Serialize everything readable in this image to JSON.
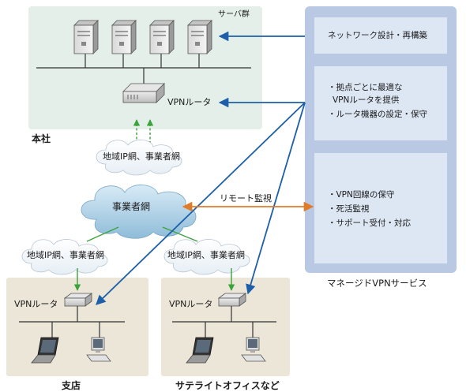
{
  "hq": {
    "caption": "本社",
    "server_group_label": "サーバ群",
    "vpn_router_label": "VPNルータ"
  },
  "networks": {
    "upper_cloud": "地域IP網、事業者網",
    "core_cloud": "事業者網",
    "left_cloud": "地域IP網、事業者網",
    "right_cloud": "地域IP網、事業者網"
  },
  "branch": {
    "caption": "支店",
    "vpn_router_label": "VPNルータ"
  },
  "satellite": {
    "caption": "サテライトオフィスなど",
    "vpn_router_label": "VPNルータ"
  },
  "remote_monitoring_label": "リモート監視",
  "managed_service": {
    "caption": "マネージドVPNサービス",
    "box1": {
      "line1": "ネットワーク設計・再構築"
    },
    "box2": {
      "line1": "・拠点ごとに最適な",
      "line2": "VPNルータを提供",
      "line3": "・ルータ機器の設定・保守"
    },
    "box3": {
      "line1": "・VPN回線の保守",
      "line2": "・死活監視",
      "line3": "・サポート受付・対応"
    }
  },
  "colors": {
    "hq_bg": "#e3efe8",
    "site_bg": "#ece6d8",
    "service_panel": "#b9c9e4",
    "service_box": "#dde7f4",
    "cloud_fill": "#8fbcd9",
    "green_arrow": "#3aa33a",
    "blue_arrow": "#1d5fa8",
    "orange_arrow": "#e07b2a"
  }
}
